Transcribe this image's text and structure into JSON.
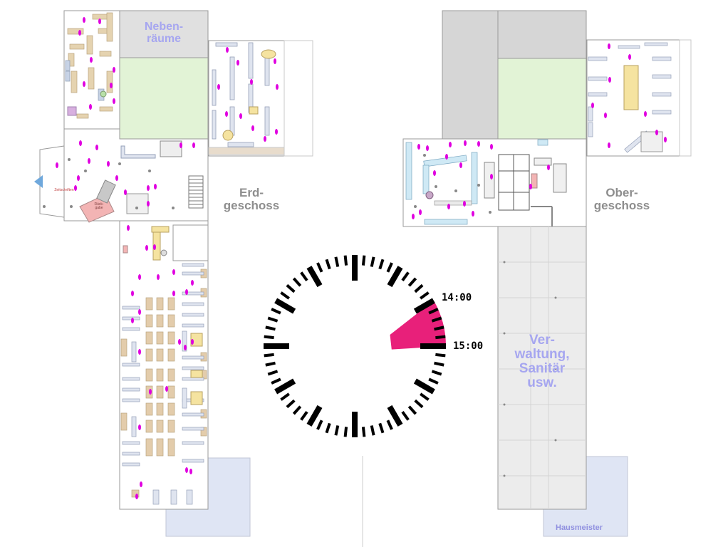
{
  "labels": {
    "nebenraeume": "Neben-\nräume",
    "erdgeschoss": "Erd-\ngeschoss",
    "obergeschoss": "Ober-\ngeschoss",
    "verwaltung": "Ver-\nwaltung,\nSanitär\nusw.",
    "hausmeister": "Hausmeister",
    "zeitschriften": "Zeitschriften",
    "buchrueckgabe": "Rück-\ngabe"
  },
  "clock": {
    "time_start_label": "14:00",
    "time_end_label": "15:00",
    "highlight_start": "14:00",
    "highlight_end": "15:00",
    "highlight_color": "#e8207a"
  },
  "colors": {
    "wall": "#9a9a9a",
    "courtyard": "#e2f3d6",
    "grey_block": "#d6d6d6",
    "light_grey": "#ececec",
    "blue_area": "#dfe5f4",
    "accent_text": "#a6a6f0",
    "floor_text": "#8e8e8e",
    "person_marker": "#e000e0"
  }
}
